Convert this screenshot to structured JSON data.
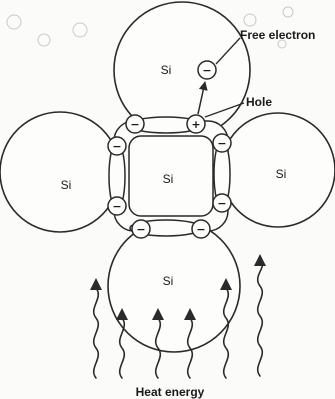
{
  "diagram": {
    "labels": {
      "atom_top": "Si",
      "atom_left": "Si",
      "atom_center": "Si",
      "atom_right": "Si",
      "atom_bottom": "Si",
      "free_electron": "Free electron",
      "hole": "Hole",
      "heat_energy": "Heat energy"
    },
    "charge_signs": {
      "electron": "−",
      "hole": "+"
    }
  },
  "colors": {
    "line": "#2a2a2a",
    "background": "#fbfbfa"
  }
}
